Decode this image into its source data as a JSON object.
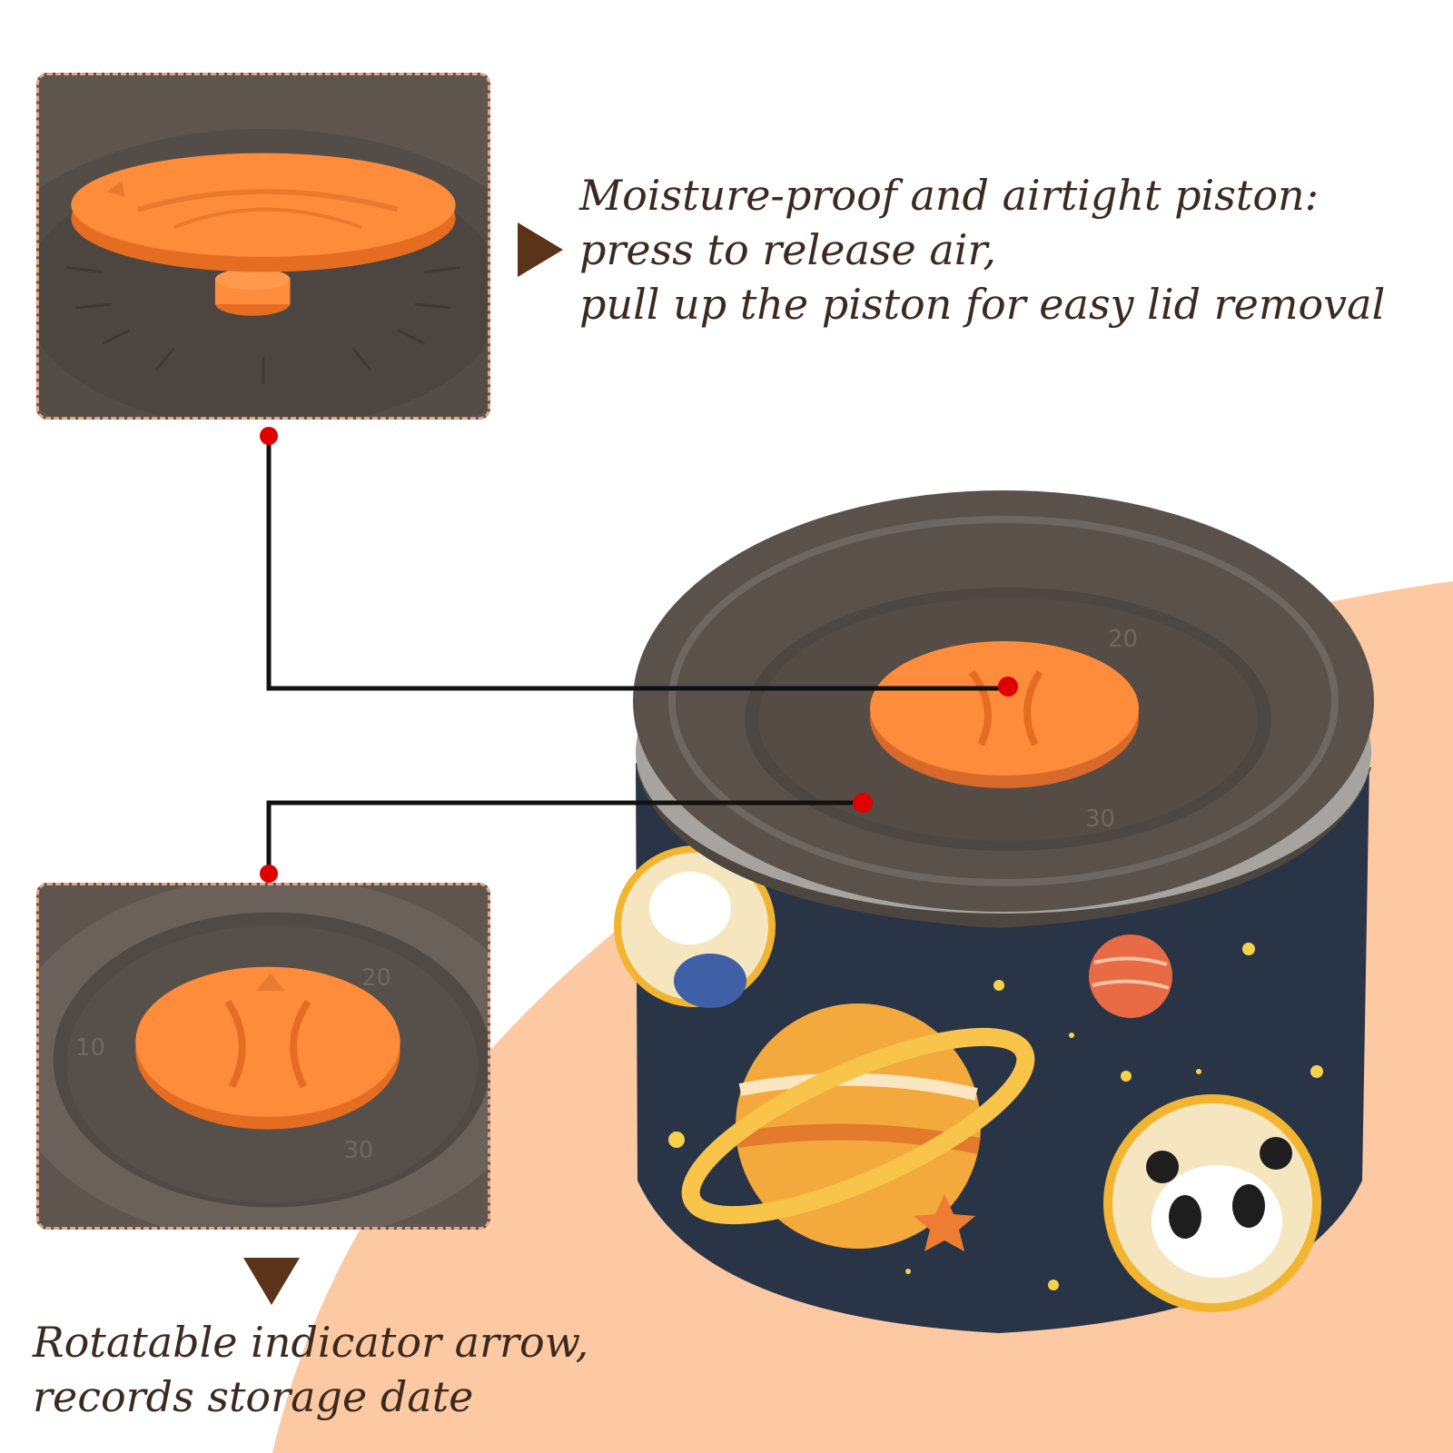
{
  "captions": {
    "piston": {
      "line1": "Moisture-proof and airtight piston:",
      "line2": "press to release air,",
      "line3": "pull up the piston for easy lid removal"
    },
    "indicator": {
      "line1": "Rotatable indicator arrow,",
      "line2": "records storage date"
    }
  },
  "lid_dial_marks": [
    "20",
    "30",
    "10"
  ],
  "colors": {
    "text": "#3b2a20",
    "accent_orange": "#ff8c3a",
    "lid_brown": "#5a514b",
    "background_peach": "#fdc9a2",
    "callout_dot": "#e00000",
    "inset_border": "#e5a484",
    "arrow_marker": "#5a3318",
    "container_navy": "#2a3447"
  },
  "icons": {
    "caption_marker_right": "triangle-right-icon",
    "caption_marker_down": "triangle-down-icon"
  }
}
